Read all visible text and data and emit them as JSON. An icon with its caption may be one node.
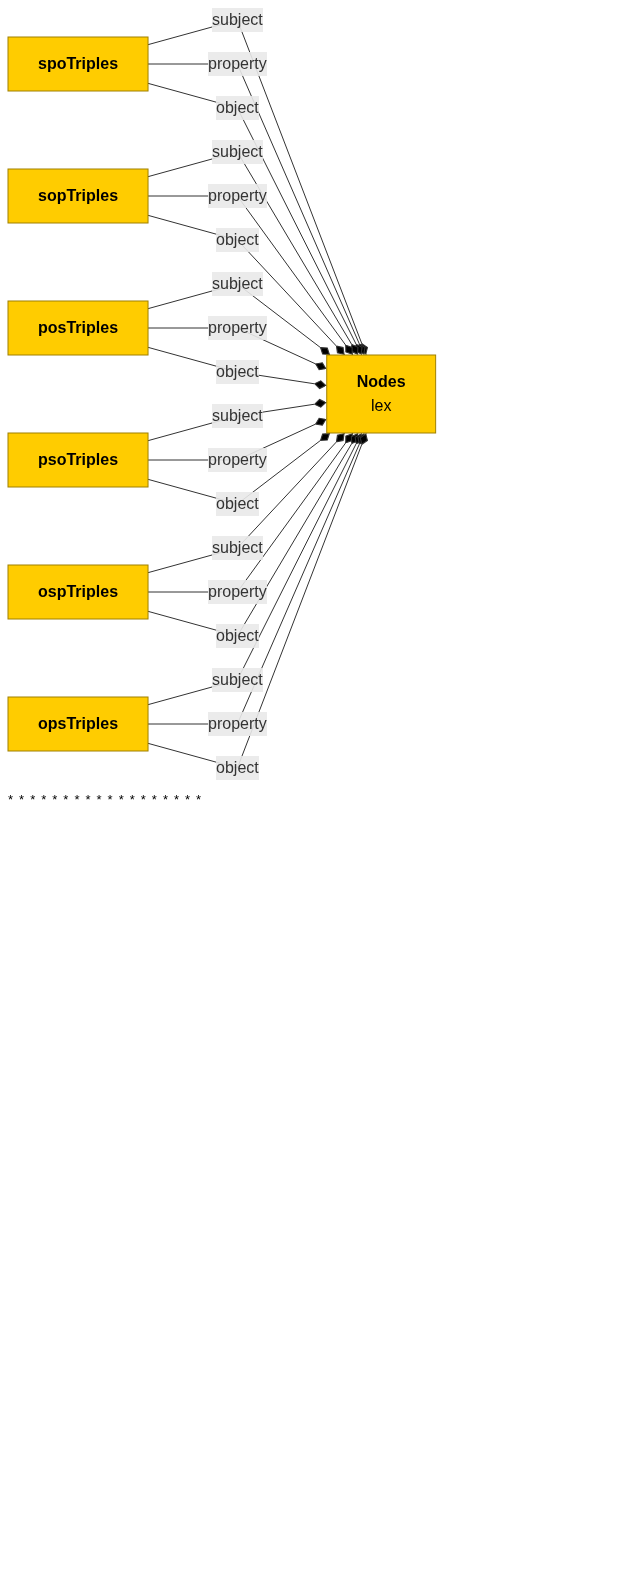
{
  "diagram": {
    "nodes": [
      {
        "text": [
          "spoTriples"
        ]
      },
      {
        "text": [
          "sopTriples"
        ]
      },
      {
        "text": [
          "posTriples"
        ]
      },
      {
        "text": [
          "psoTriples"
        ]
      },
      {
        "text": [
          "ospTriples"
        ]
      },
      {
        "text": [
          "opsTriples"
        ]
      },
      {
        "text": [
          "Nodes",
          "lex"
        ]
      }
    ],
    "edges": [
      {
        "from": 0,
        "to": 6,
        "arrow": "other",
        "label": "subject"
      },
      {
        "from": 0,
        "to": 6,
        "arrow": "other",
        "label": "property"
      },
      {
        "from": 0,
        "to": 6,
        "arrow": "other",
        "label": "object"
      },
      {
        "from": 1,
        "to": 6,
        "arrow": "other",
        "label": "subject"
      },
      {
        "from": 1,
        "to": 6,
        "arrow": "other",
        "label": "property"
      },
      {
        "from": 1,
        "to": 6,
        "arrow": "other",
        "label": "object"
      },
      {
        "from": 2,
        "to": 6,
        "arrow": "other",
        "label": "subject"
      },
      {
        "from": 2,
        "to": 6,
        "arrow": "other",
        "label": "property"
      },
      {
        "from": 2,
        "to": 6,
        "arrow": "other",
        "label": "object"
      },
      {
        "from": 3,
        "to": 6,
        "arrow": "other",
        "label": "subject"
      },
      {
        "from": 3,
        "to": 6,
        "arrow": "other",
        "label": "property"
      },
      {
        "from": 3,
        "to": 6,
        "arrow": "other",
        "label": "object"
      },
      {
        "from": 4,
        "to": 6,
        "arrow": "other",
        "label": "subject"
      },
      {
        "from": 4,
        "to": 6,
        "arrow": "other",
        "label": "property"
      },
      {
        "from": 4,
        "to": 6,
        "arrow": "other",
        "label": "object"
      },
      {
        "from": 5,
        "to": 6,
        "arrow": "other",
        "label": "subject"
      },
      {
        "from": 5,
        "to": 6,
        "arrow": "other",
        "label": "property"
      },
      {
        "from": 5,
        "to": 6,
        "arrow": "other",
        "label": "object"
      }
    ],
    "labels": [
      "*",
      "*",
      "*",
      "*",
      "*",
      "*",
      "*",
      "*",
      "*",
      "*",
      "*",
      "*",
      "*",
      "*",
      "*",
      "*",
      "*",
      "*"
    ]
  }
}
